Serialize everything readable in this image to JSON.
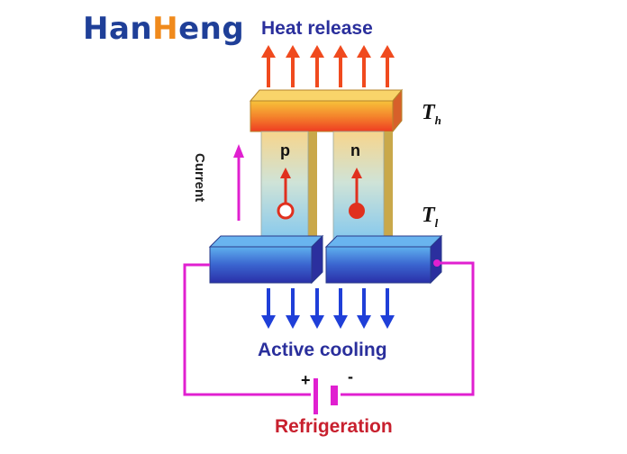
{
  "logo": {
    "part1": "Han",
    "part2": "H",
    "part3": "eng"
  },
  "labels": {
    "heat_release": "Heat release",
    "active_cooling": "Active cooling",
    "refrigeration": "Refrigeration",
    "current": "Current",
    "p": "p",
    "n": "n",
    "th_main": "T",
    "th_sub": "h",
    "tl_main": "T",
    "tl_sub": "l",
    "plus": "+",
    "minus": "-"
  },
  "colors": {
    "heat_arrow": "#f04a1e",
    "cool_arrow": "#1f3fd8",
    "wire": "#e020d0",
    "title_blue": "#2a2f9c",
    "refrig_red": "#c8202e"
  }
}
